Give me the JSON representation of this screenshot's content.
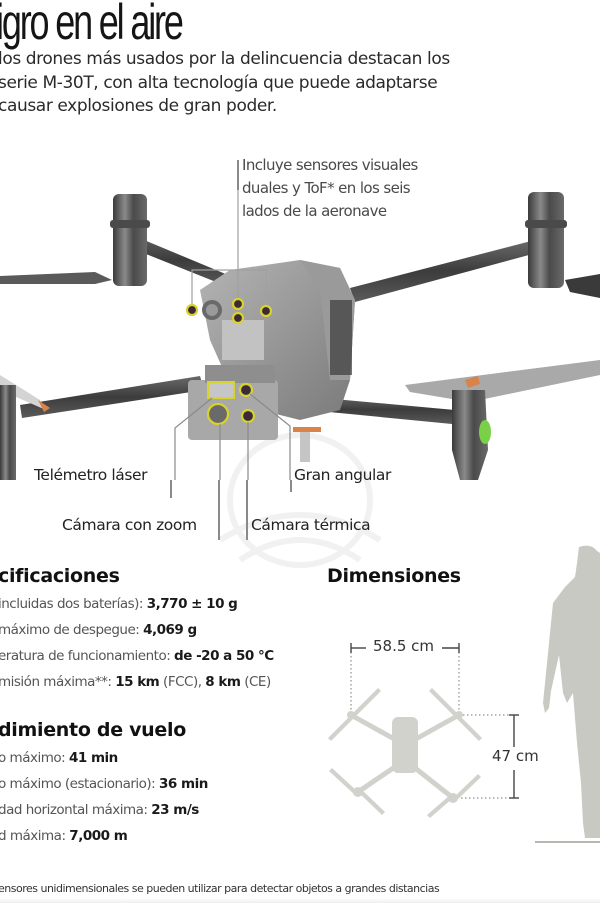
{
  "header": {
    "title": "igro en el aire",
    "lede_lines": [
      "los drones más usados por la delincuencia destacan los",
      "serie M-30T, con alta tecnología que puede adaptarse",
      "causar explosiones de gran poder."
    ]
  },
  "drone_illustration": {
    "callouts": {
      "sensors_lines": [
        "Incluye sensores visuales",
        "duales y ToF* en los seis",
        "lados de la aeronave"
      ],
      "laser": "Telémetro láser",
      "wide": "Gran angular",
      "zoom_cam": "Cámara con zoom",
      "thermal": "Cámara térmica"
    },
    "colors": {
      "body": "#8f8f8f",
      "arm": "#4a4a4a",
      "highlight_ring": "#d8d32a",
      "status_light": "#7bd04a",
      "prop_tip": "#d9834a"
    }
  },
  "specs": {
    "heading": "cificaciones",
    "items": [
      {
        "label": "incluidas dos baterías): ",
        "value": "3,770 ± 10 g",
        "suffix": ""
      },
      {
        "label": "máximo de despegue: ",
        "value": "4,069 g",
        "suffix": ""
      },
      {
        "label": "eratura de funcionamiento: ",
        "value": "de -20 a 50 °C",
        "suffix": ""
      },
      {
        "label": "misión máxima**: ",
        "value": "15 km",
        "suffix": " (FCC), ",
        "value2": "8 km",
        "suffix2": " (CE)"
      }
    ]
  },
  "flight": {
    "heading": "dimiento de vuelo",
    "items": [
      {
        "label": "o máximo: ",
        "value": "41 min"
      },
      {
        "label": "o máximo (estacionario): ",
        "value": "36 min"
      },
      {
        "label": "dad horizontal máxima: ",
        "value": "23 m/s"
      },
      {
        "label": "d máxima: ",
        "value": "7,000 m"
      }
    ]
  },
  "dimensions": {
    "heading": "Dimensiones",
    "width_label": "58.5 cm",
    "height_label": "47 cm",
    "colors": {
      "silhouette": "#c9c9c3",
      "drone_top": "#d2d2cd",
      "measure": "#555555"
    }
  },
  "footnote": {
    "line1": "ensores unidimensionales se pueden utilizar para detectar objetos a grandes distancias"
  }
}
